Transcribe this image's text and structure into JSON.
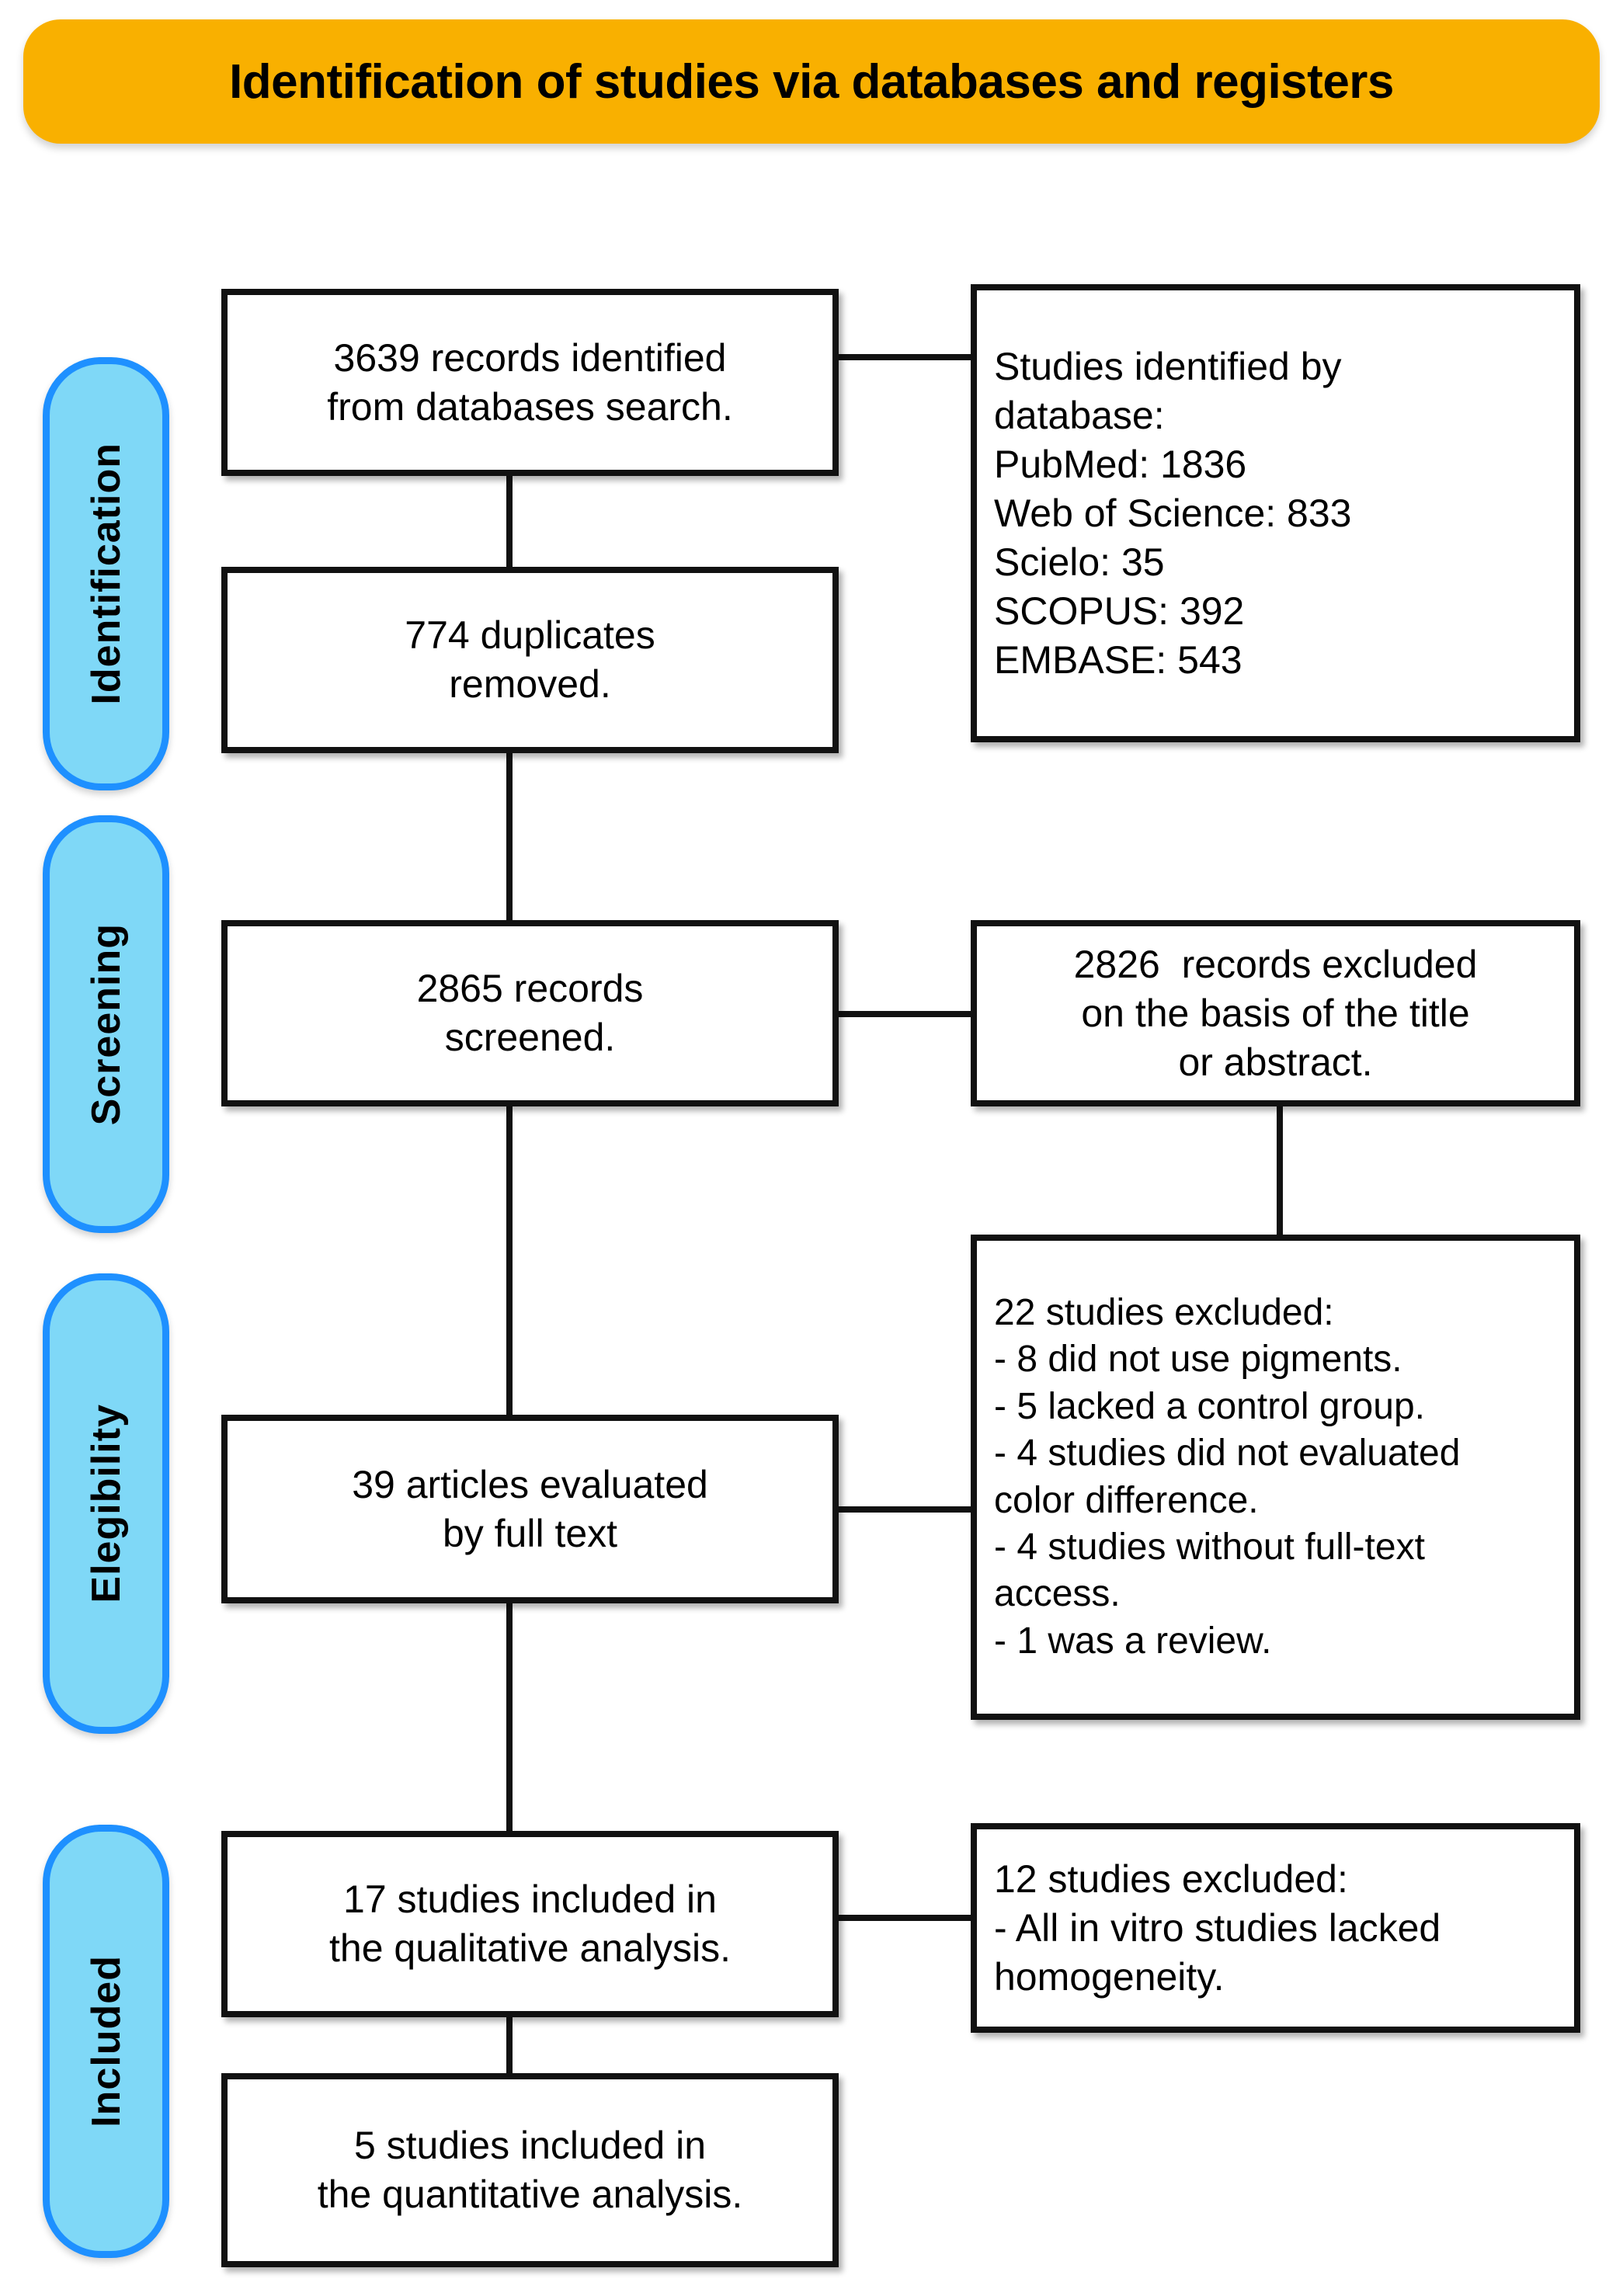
{
  "banner": {
    "title": "Identification of studies via databases and registers",
    "color": "#F9B000"
  },
  "stages": [
    {
      "label": "Identification"
    },
    {
      "label": "Screening"
    },
    {
      "label": "Elegibility"
    },
    {
      "label": "Included"
    }
  ],
  "colors": {
    "banner": "#F9B000",
    "pill_fill": "#7FD8F7",
    "pill_border": "#1E90FF",
    "box_border": "#111111",
    "text": "#000000"
  },
  "boxes": {
    "records_identified": {
      "lines": [
        "3639 records identified",
        "from databases search."
      ]
    },
    "databases_breakdown": {
      "lines": [
        "Studies identified by",
        "database:",
        "PubMed: 1836",
        "Web of Science: 833",
        "Scielo: 35",
        "SCOPUS: 392",
        "EMBASE: 543"
      ]
    },
    "duplicates_removed": {
      "lines": [
        "774 duplicates",
        "removed."
      ]
    },
    "records_screened": {
      "lines": [
        "2865 records",
        "screened."
      ]
    },
    "records_excluded_title_abstract": {
      "lines": [
        "2826  records excluded",
        "on the basis of the title",
        "or abstract."
      ]
    },
    "articles_full_text": {
      "lines": [
        "39 articles evaluated",
        "by full text"
      ]
    },
    "studies_excluded_detail": {
      "lines": [
        "22 studies excluded:",
        "- 8 did not use pigments.",
        "- 5 lacked a control group.",
        "- 4 studies did not evaluated",
        "color difference.",
        "- 4 studies without full-text",
        "access.",
        "- 1 was a review."
      ]
    },
    "qualitative_included": {
      "lines": [
        "17 studies included in",
        "the qualitative analysis."
      ]
    },
    "quantitative_excluded": {
      "lines": [
        "12 studies excluded:",
        "- All in vitro studies lacked",
        "homogeneity."
      ]
    },
    "quantitative_included": {
      "lines": [
        "5 studies included in",
        "the quantitative analysis."
      ]
    }
  },
  "chart_data": {
    "type": "diagram",
    "title": "Identification of studies via databases and registers",
    "diagram_kind": "PRISMA flow diagram",
    "stages": [
      "Identification",
      "Screening",
      "Elegibility",
      "Included"
    ],
    "nodes": [
      {
        "id": "records_identified",
        "stage": "Identification",
        "column": "left",
        "value": 3639,
        "text": "3639 records identified from databases search."
      },
      {
        "id": "databases_breakdown",
        "stage": "Identification",
        "column": "right",
        "text": "Studies identified by database: PubMed: 1836, Web of Science: 833, Scielo: 35, SCOPUS: 392, EMBASE: 543",
        "breakdown": {
          "PubMed": 1836,
          "Web of Science": 833,
          "Scielo": 35,
          "SCOPUS": 392,
          "EMBASE": 543
        }
      },
      {
        "id": "duplicates_removed",
        "stage": "Identification",
        "column": "left",
        "value": 774,
        "text": "774 duplicates removed."
      },
      {
        "id": "records_screened",
        "stage": "Screening",
        "column": "left",
        "value": 2865,
        "text": "2865 records screened."
      },
      {
        "id": "records_excluded_title_abstract",
        "stage": "Screening",
        "column": "right",
        "value": 2826,
        "text": "2826 records excluded on the basis of the title or abstract."
      },
      {
        "id": "articles_full_text",
        "stage": "Elegibility",
        "column": "left",
        "value": 39,
        "text": "39 articles evaluated by full text"
      },
      {
        "id": "studies_excluded_detail",
        "stage": "Elegibility",
        "column": "right",
        "value": 22,
        "text": "22 studies excluded",
        "reasons": [
          {
            "count": 8,
            "reason": "did not use pigments."
          },
          {
            "count": 5,
            "reason": "lacked a control group."
          },
          {
            "count": 4,
            "reason": "studies did not evaluated color difference."
          },
          {
            "count": 4,
            "reason": "studies without full-text access."
          },
          {
            "count": 1,
            "reason": "was a review."
          }
        ]
      },
      {
        "id": "qualitative_included",
        "stage": "Included",
        "column": "left",
        "value": 17,
        "text": "17 studies included in the qualitative analysis."
      },
      {
        "id": "quantitative_excluded",
        "stage": "Included",
        "column": "right",
        "value": 12,
        "text": "12 studies excluded: All in vitro studies lacked homogeneity."
      },
      {
        "id": "quantitative_included",
        "stage": "Included",
        "column": "left",
        "value": 5,
        "text": "5 studies included in the quantitative analysis."
      }
    ],
    "edges": [
      {
        "from": "records_identified",
        "to": "databases_breakdown"
      },
      {
        "from": "records_identified",
        "to": "duplicates_removed"
      },
      {
        "from": "duplicates_removed",
        "to": "records_screened"
      },
      {
        "from": "records_screened",
        "to": "records_excluded_title_abstract"
      },
      {
        "from": "records_excluded_title_abstract",
        "to": "studies_excluded_detail"
      },
      {
        "from": "records_screened",
        "to": "articles_full_text"
      },
      {
        "from": "articles_full_text",
        "to": "studies_excluded_detail"
      },
      {
        "from": "articles_full_text",
        "to": "qualitative_included"
      },
      {
        "from": "qualitative_included",
        "to": "quantitative_excluded"
      },
      {
        "from": "qualitative_included",
        "to": "quantitative_included"
      }
    ]
  }
}
